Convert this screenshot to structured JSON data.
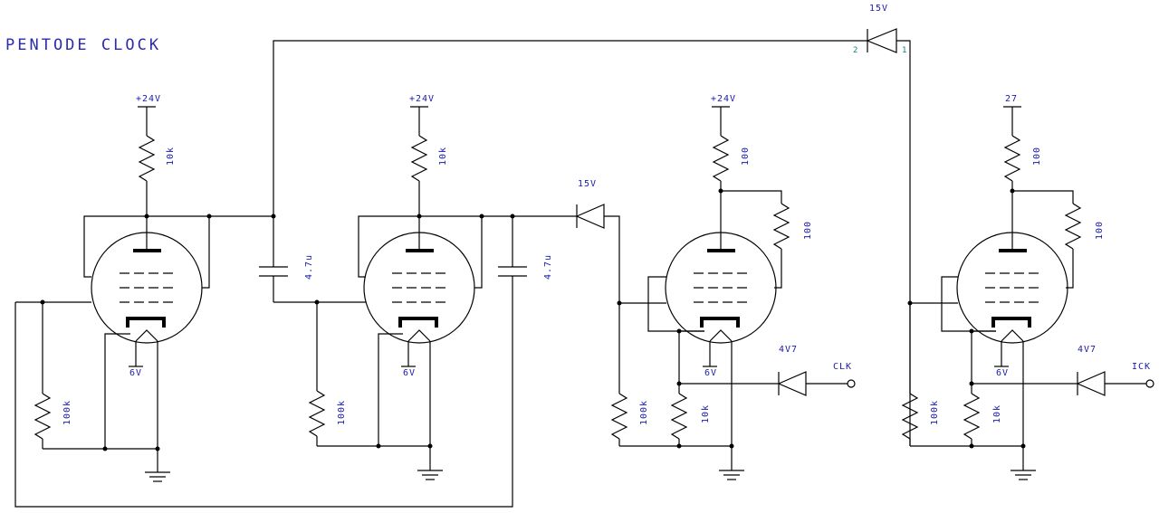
{
  "title": "PENTODE CLOCK",
  "stage1": {
    "supply": "+24V",
    "plate_resistor": "10k",
    "heater": "6V",
    "grid_resistor": "100k"
  },
  "coupling_cap_1": "4.7u",
  "stage2": {
    "supply": "+24V",
    "plate_resistor": "10k",
    "heater": "6V",
    "grid_resistor": "100k"
  },
  "coupling_cap_2": "4.7u",
  "zener_mid": "15V",
  "zener_top": {
    "value": "15V",
    "pin_left": "2",
    "pin_right": "1"
  },
  "stage3": {
    "supply": "+24V",
    "plate_resistor": "100",
    "screen_resistor": "100",
    "heater": "6V",
    "grid_resistor": "100k",
    "cathode_resistor": "10k",
    "zener": "4V7",
    "output": "CLK"
  },
  "stage4": {
    "supply": "27",
    "plate_resistor": "100",
    "screen_resistor": "100",
    "heater": "6V",
    "grid_resistor": "100k",
    "cathode_resistor": "10k",
    "zener": "4V7",
    "output": "ICK"
  }
}
